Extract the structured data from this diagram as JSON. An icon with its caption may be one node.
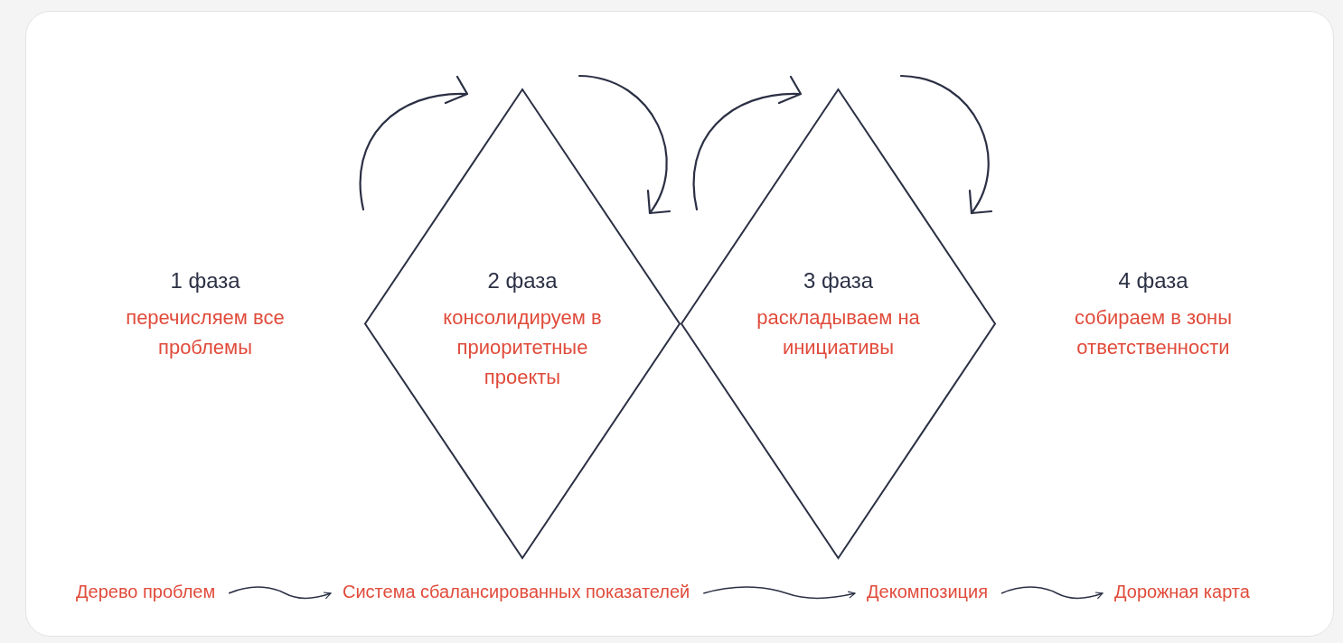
{
  "diagram": {
    "nodes": [
      {
        "text": [
          "1 фаза",
          "перечисляем все проблемы"
        ]
      },
      {
        "text": [
          "2 фаза",
          "консолидируем в приоритетные проекты"
        ]
      },
      {
        "text": [
          "3 фаза",
          "раскладываем на инициативы"
        ]
      },
      {
        "text": [
          "4 фаза",
          "собираем в зоны ответственности"
        ]
      },
      {
        "text": [
          "Дерево проблем"
        ]
      },
      {
        "text": [
          "Система сбалансированных показателей"
        ]
      },
      {
        "text": [
          "Декомпозиция"
        ]
      },
      {
        "text": [
          "Дорожная карта"
        ]
      }
    ],
    "edges": [
      {
        "from": 4,
        "to": 5,
        "arrow": "to"
      },
      {
        "from": 5,
        "to": 6,
        "arrow": "to"
      },
      {
        "from": 6,
        "to": 7,
        "arrow": "to"
      }
    ]
  }
}
